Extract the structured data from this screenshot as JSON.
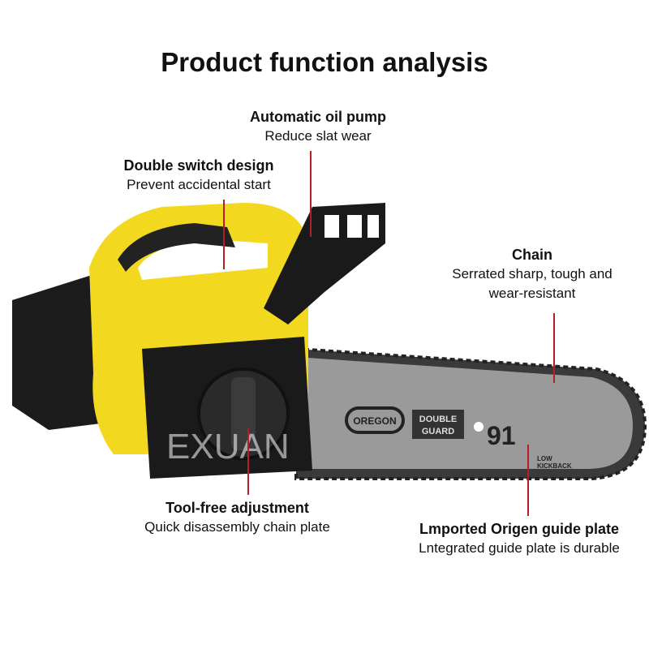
{
  "title": "Product function analysis",
  "annotations": {
    "oil_pump": {
      "heading": "Automatic oil pump",
      "sub": "Reduce slat wear"
    },
    "switch": {
      "heading": "Double switch design",
      "sub": "Prevent accidental start"
    },
    "chain": {
      "heading": "Chain",
      "sub1": "Serrated sharp, tough and",
      "sub2": "wear-resistant"
    },
    "adjust": {
      "heading": "Tool-free adjustment",
      "sub": "Quick disassembly chain plate"
    },
    "guide": {
      "heading": "Lmported Origen guide plate",
      "sub": "Lntegrated guide plate is durable"
    }
  },
  "product_markings": {
    "brand": "OREGON",
    "guard_line1": "DOUBLE",
    "guard_line2": "GUARD",
    "model": "91",
    "kick1": "LOW",
    "kick2": "KICKBACK",
    "watermark": "EXUAN"
  },
  "colors": {
    "accent_line": "#b3202a",
    "body_yellow": "#f2d81e",
    "bar_grey": "#9a9a9a"
  }
}
